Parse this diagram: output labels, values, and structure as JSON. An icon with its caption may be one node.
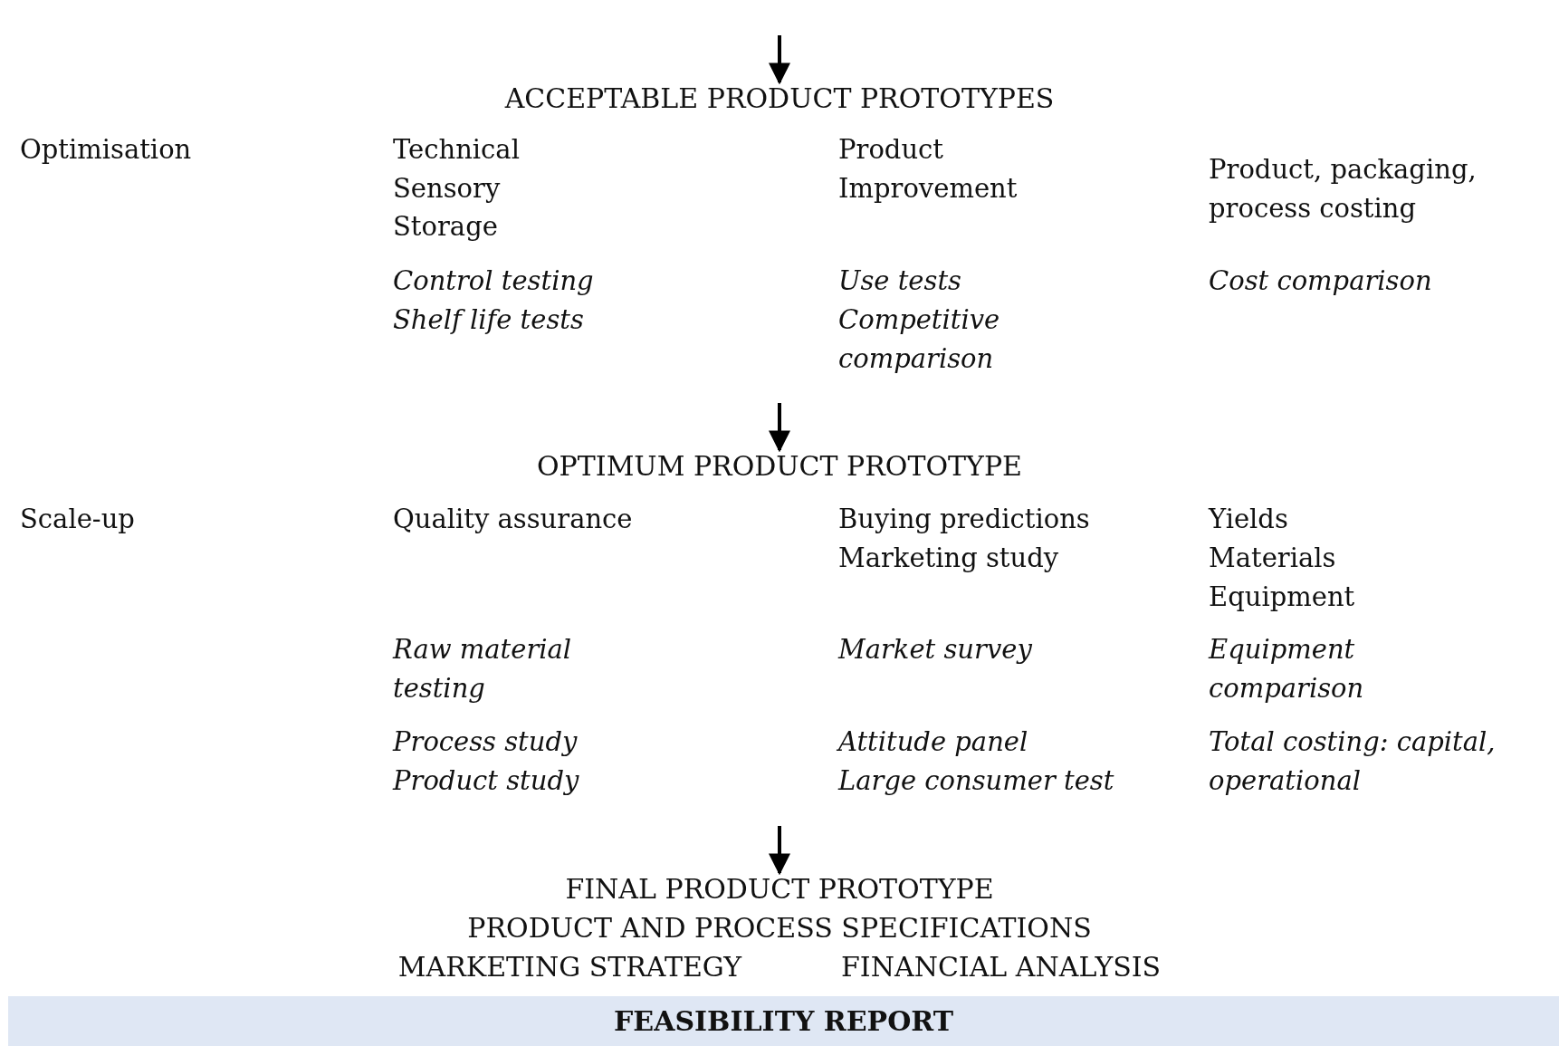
{
  "diagram": {
    "nodes": [
      {
        "text": [
          "ACCEPTABLE PRODUCT PROTOTYPES"
        ]
      },
      {
        "text": [
          "OPTIMUM PRODUCT PROTOTYPE"
        ]
      },
      {
        "text": [
          "FINAL PRODUCT PROTOTYPE",
          "PRODUCT AND PROCESS SPECIFICATIONS",
          "MARKETING STRATEGY",
          "FINANCIAL ANALYSIS"
        ]
      },
      {
        "text": [
          "FEASIBILITY REPORT"
        ]
      }
    ],
    "edges": [
      {
        "from": null,
        "to": 0,
        "arrow": "to"
      },
      {
        "from": null,
        "to": 1,
        "arrow": "to"
      },
      {
        "from": null,
        "to": 2,
        "arrow": "to"
      }
    ],
    "labels": [
      "Optimisation",
      "Technical",
      "Product Improvement",
      "Product, packaging, process costing",
      "Sensory",
      "Storage",
      "Control testing",
      "Use tests",
      "Cost comparison",
      "Shelf life tests",
      "Competitive comparison",
      "Scale-up",
      "Quality assurance",
      "Buying predictions",
      "Yields",
      "Marketing study",
      "Materials",
      "Equipment",
      "Raw material testing",
      "Market survey",
      "Equipment comparison",
      "Process study",
      "Attitude panel",
      "Total costing: capital, operational",
      "Product study",
      "Large consumer test"
    ]
  }
}
